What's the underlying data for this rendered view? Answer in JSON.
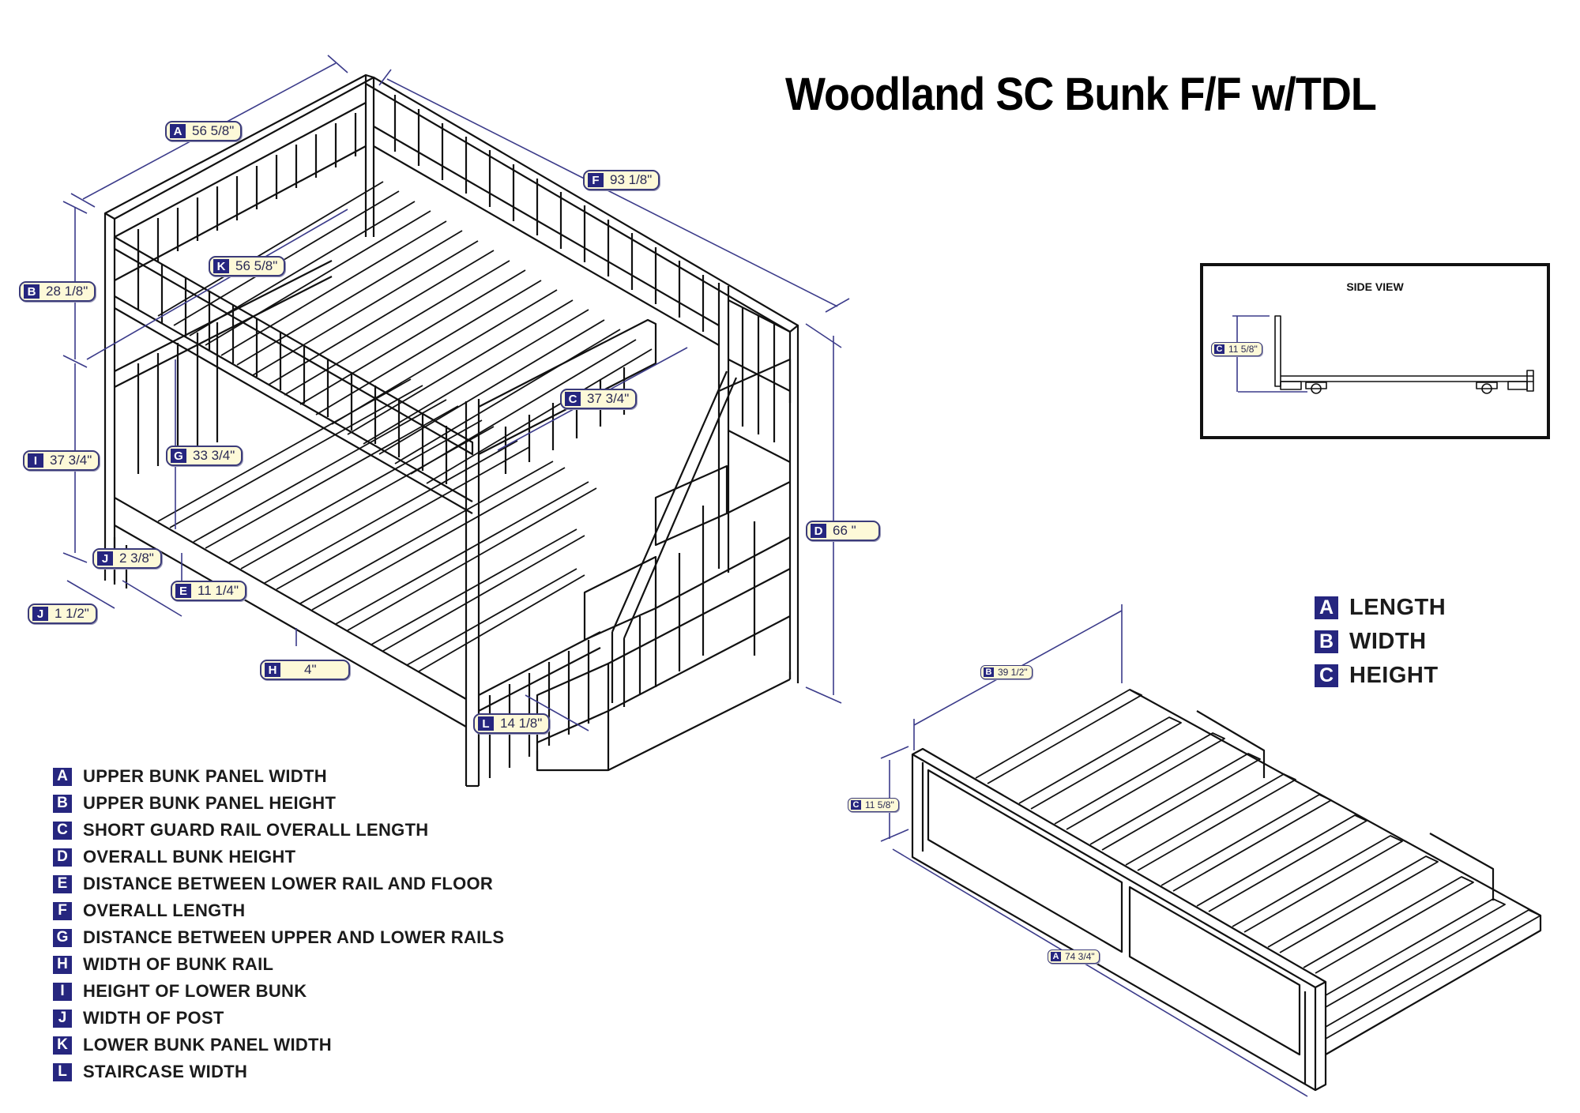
{
  "title": "Woodland SC Bunk F/F w/TDL",
  "colors": {
    "badge": "#26267f",
    "pill": "#fdf9d8",
    "dimension_line": "#3b3b8a",
    "drawing": "#111111"
  },
  "bunk_dimensions": [
    {
      "letter": "A",
      "value": "56 5/8\""
    },
    {
      "letter": "F",
      "value": "93 1/8\""
    },
    {
      "letter": "K",
      "value": "56 5/8\""
    },
    {
      "letter": "B",
      "value": "28 1/8\""
    },
    {
      "letter": "C",
      "value": "37 3/4\""
    },
    {
      "letter": "G",
      "value": "33 3/4\""
    },
    {
      "letter": "I",
      "value": "37 3/4\""
    },
    {
      "letter": "D",
      "value": "66 \""
    },
    {
      "letter": "J",
      "value": "2 3/8\""
    },
    {
      "letter": "E",
      "value": "11 1/4\""
    },
    {
      "letter": "J",
      "value": "1 1/2\""
    },
    {
      "letter": "H",
      "value": "4\""
    },
    {
      "letter": "L",
      "value": "14 1/8\""
    }
  ],
  "side_view": {
    "title": "SIDE VIEW",
    "dimension": {
      "letter": "C",
      "value": "11 5/8\""
    }
  },
  "trundle_dimensions": [
    {
      "letter": "B",
      "value": "39 1/2\""
    },
    {
      "letter": "C",
      "value": "11 5/8\""
    },
    {
      "letter": "A",
      "value": "74 3/4\""
    }
  ],
  "trundle_legend": [
    {
      "letter": "A",
      "label": "LENGTH"
    },
    {
      "letter": "B",
      "label": "WIDTH"
    },
    {
      "letter": "C",
      "label": "HEIGHT"
    }
  ],
  "legend": [
    {
      "letter": "A",
      "label": "UPPER BUNK PANEL WIDTH"
    },
    {
      "letter": "B",
      "label": "UPPER BUNK PANEL HEIGHT"
    },
    {
      "letter": "C",
      "label": "SHORT GUARD RAIL OVERALL LENGTH"
    },
    {
      "letter": "D",
      "label": "OVERALL BUNK HEIGHT"
    },
    {
      "letter": "E",
      "label": "DISTANCE BETWEEN LOWER RAIL AND FLOOR"
    },
    {
      "letter": "F",
      "label": "OVERALL LENGTH"
    },
    {
      "letter": "G",
      "label": "DISTANCE BETWEEN UPPER AND LOWER RAILS"
    },
    {
      "letter": "H",
      "label": "WIDTH OF BUNK RAIL"
    },
    {
      "letter": "I",
      "label": "HEIGHT OF LOWER BUNK"
    },
    {
      "letter": "J",
      "label": "WIDTH OF POST"
    },
    {
      "letter": "K",
      "label": "LOWER BUNK PANEL WIDTH"
    },
    {
      "letter": "L",
      "label": "STAIRCASE WIDTH"
    }
  ]
}
